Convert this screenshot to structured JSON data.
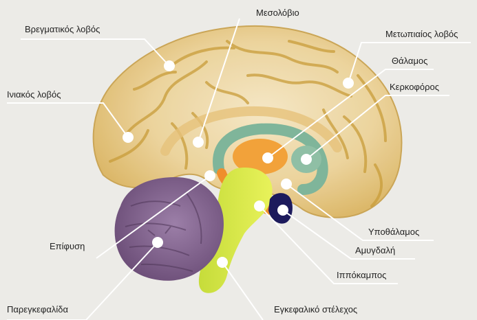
{
  "diagram": {
    "labels": {
      "bregmatikos": "Βρεγματικός λοβός",
      "iniakos": "Ινιακός λοβός",
      "mesolovio": "Μεσολόβιο",
      "metopiaios": "Μετωπιαίος λοβός",
      "thalamos": "Θάλαμος",
      "kerkoforos": "Κερκοφόρος",
      "epifysi": "Επίφυση",
      "ypothalamos": "Υποθάλαμος",
      "amygdali": "Αμυγδαλή",
      "ippokampos": "Ιππόκαμπος",
      "paregkefalida": "Παρεγκεφαλίδα",
      "egkefaliko_stelexos": "Εγκεφαλικό στέλεχος"
    }
  }
}
